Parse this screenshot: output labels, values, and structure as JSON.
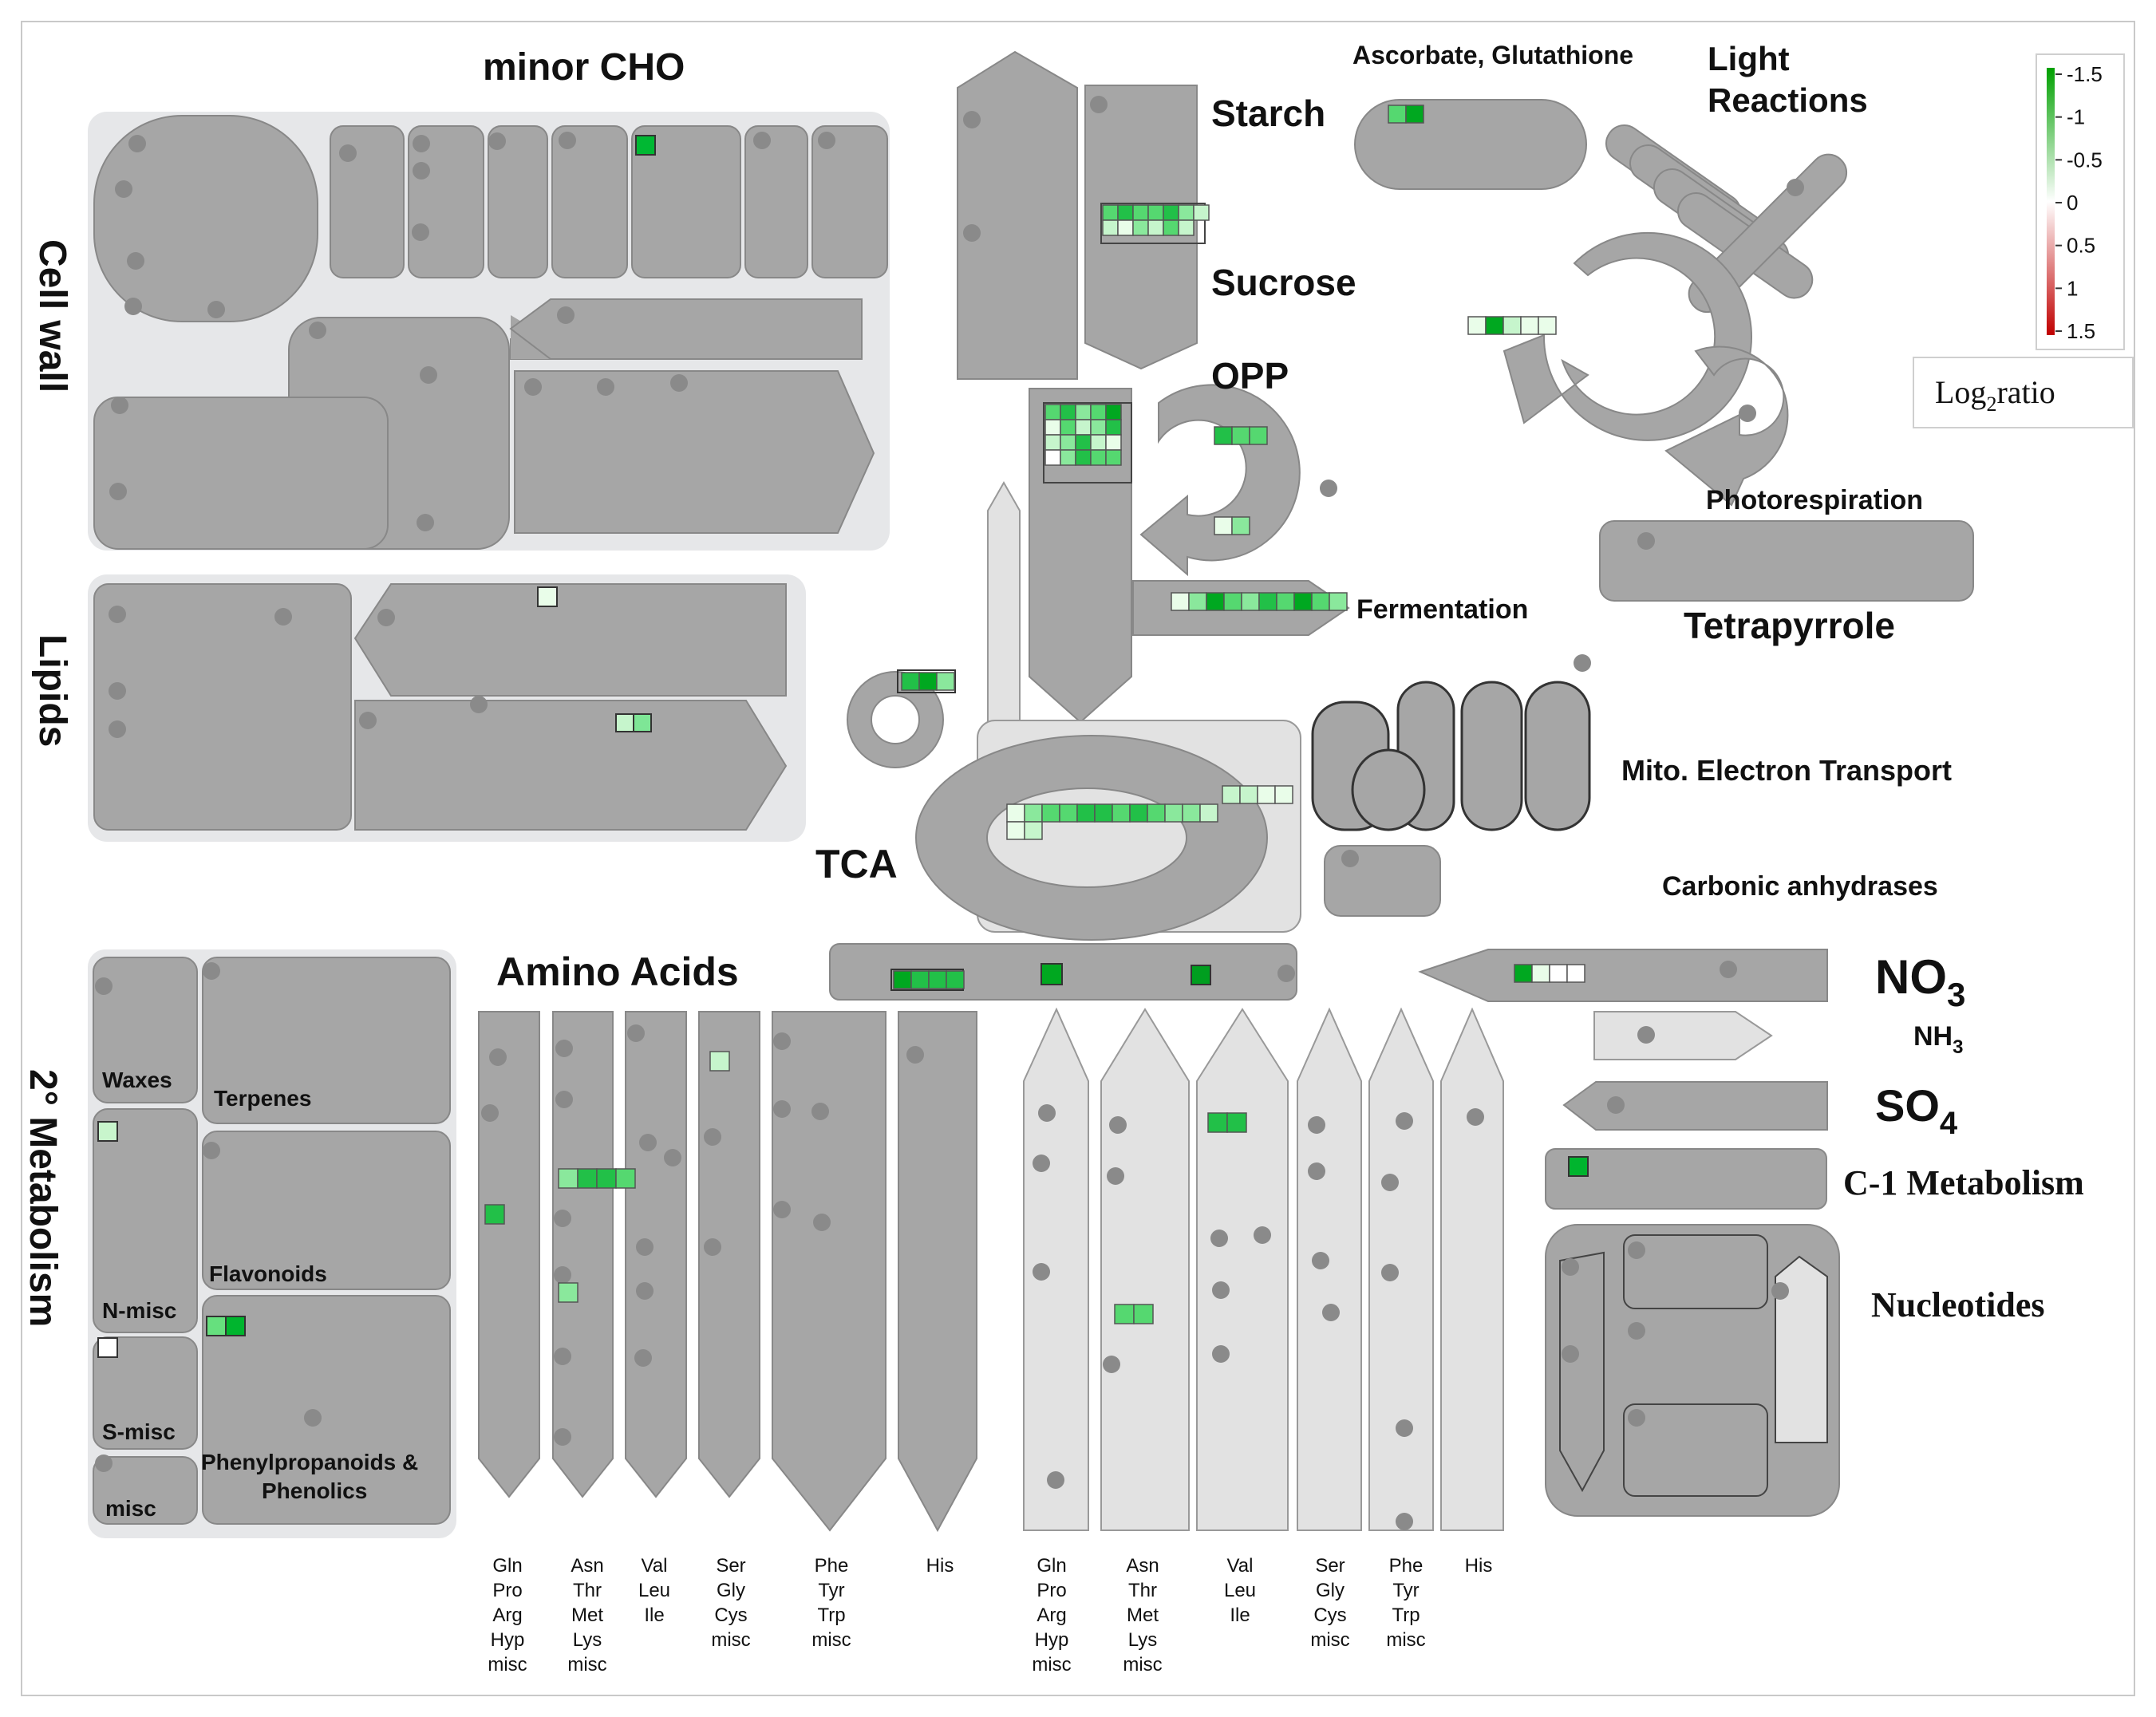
{
  "labels": {
    "minor_cho": "minor CHO",
    "cell_wall": "Cell wall",
    "lipids": "Lipids",
    "secondary_metabolism": "2° Metabolism",
    "starch": "Starch",
    "sucrose": "Sucrose",
    "opp": "OPP",
    "fermentation": "Fermentation",
    "tca": "TCA",
    "amino_acids": "Amino Acids",
    "ascorbate": "Ascorbate, Glutathione",
    "light_reactions_1": "Light",
    "light_reactions_2": "Reactions",
    "photorespiration": "Photorespiration",
    "tetrapyrrole": "Tetrapyrrole",
    "mito": "Mito. Electron Transport",
    "carbonic": "Carbonic anhydrases",
    "no3": "NO",
    "no3_sub": "3",
    "nh3": "NH",
    "nh3_sub": "3",
    "so4": "SO",
    "so4_sub": "4",
    "c1": "C-1 Metabolism",
    "nucleotides": "Nucleotides",
    "waxes": "Waxes",
    "terpenes": "Terpenes",
    "n_misc": "N-misc",
    "flavonoids": "Flavonoids",
    "s_misc": "S-misc",
    "phenyl_1": "Phenylpropanoids &",
    "phenyl_2": "Phenolics",
    "misc": "misc"
  },
  "legend": {
    "ticks": [
      "-1.5",
      "-1",
      "-0.5",
      "0",
      "0.5",
      "1",
      "1.5"
    ],
    "title": "Log",
    "title_sub": "2",
    "title_suffix": "ratio",
    "colors": {
      "low": "#00a000",
      "mid": "#ffffff",
      "high": "#c00000"
    }
  },
  "amino_columns_left": [
    [
      "Gln",
      "Pro",
      "Arg",
      "Hyp",
      "misc"
    ],
    [
      "Asn",
      "Thr",
      "Met",
      "Lys",
      "misc"
    ],
    [
      "Val",
      "Leu",
      "Ile"
    ],
    [
      "Ser",
      "Gly",
      "Cys",
      "misc"
    ],
    [
      "Phe",
      "Tyr",
      "Trp",
      "misc"
    ],
    [
      "His"
    ]
  ],
  "amino_columns_right": [
    [
      "Gln",
      "Pro",
      "Arg",
      "Hyp",
      "misc"
    ],
    [
      "Asn",
      "Thr",
      "Met",
      "Lys",
      "misc"
    ],
    [
      "Val",
      "Leu",
      "Ile"
    ],
    [
      "Ser",
      "Gly",
      "Cys",
      "misc"
    ],
    [
      "Phe",
      "Tyr",
      "Trp",
      "misc"
    ],
    [
      "His"
    ]
  ],
  "colors": {
    "shape_dark": "#a6a6a6",
    "shape_light": "#e2e2e2",
    "panel_bg": "#e6e7e9",
    "dot": "#8a8a8a",
    "green_dark": "#00a820",
    "green_light": "#c8f5d0"
  }
}
